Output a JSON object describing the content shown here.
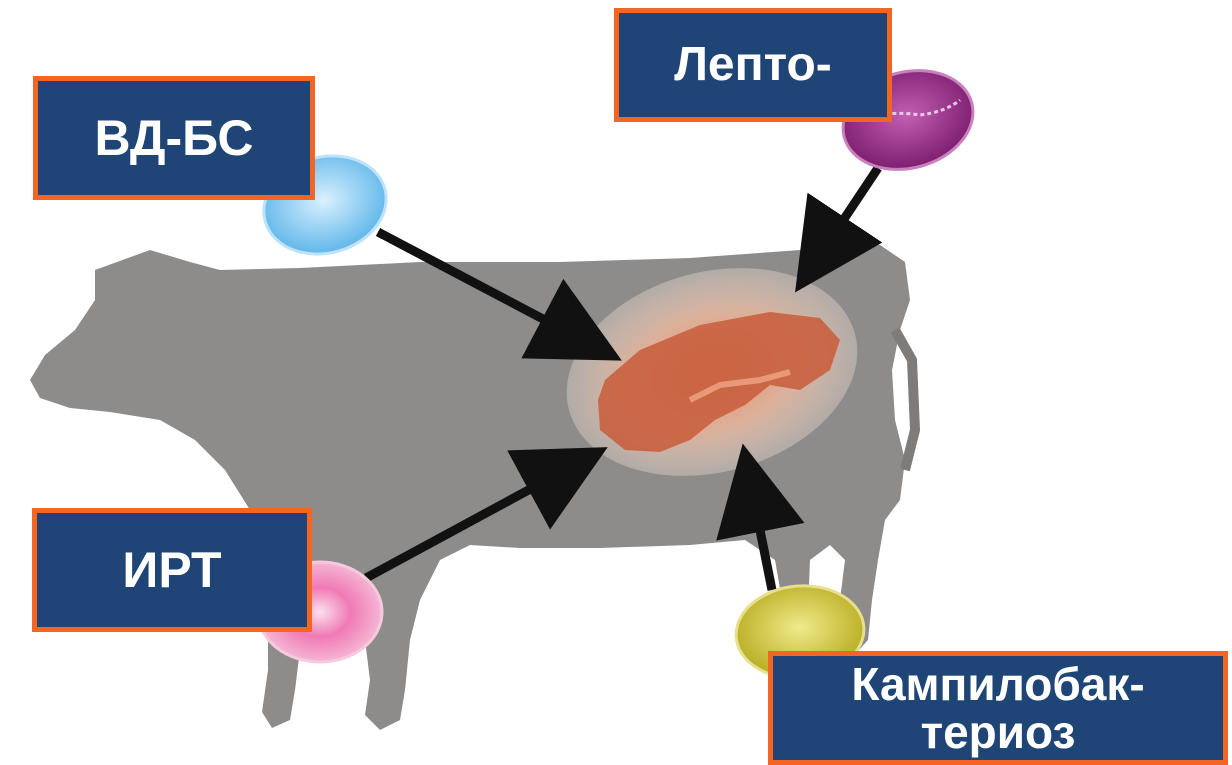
{
  "labels": {
    "vd_bs": "ВД-БС",
    "lepto": "Лепто-",
    "irt": "ИРТ",
    "kampilo_line1": "Кампилобак-",
    "kampilo_line2": "териоз"
  },
  "colors": {
    "box_fill": "#1f4576",
    "box_border": "#f26522",
    "box_text": "#ffffff",
    "cow_body": "#8d8c8b",
    "arrow": "#111111",
    "fetus": "#c9613f",
    "dish_vdbs": "#7fc6ef",
    "dish_lepto": "#9a2f8a",
    "dish_irt": "#f07ab4",
    "dish_kampilo": "#d9cf36"
  }
}
